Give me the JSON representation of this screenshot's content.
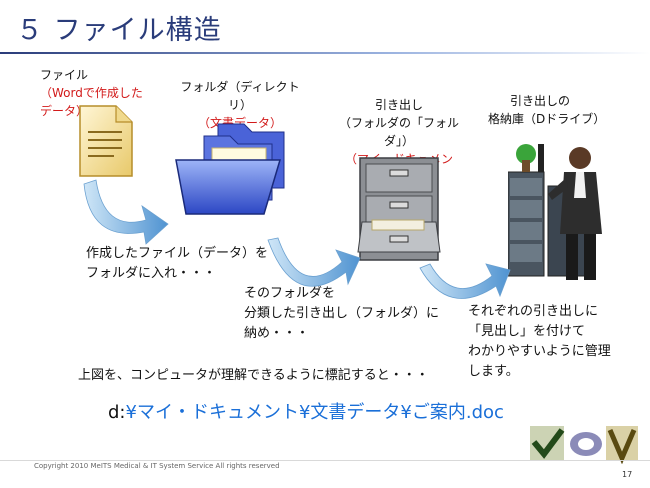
{
  "title": "５ ファイル構造",
  "file": {
    "label": "ファイル",
    "desc1": "（Wordで作成した",
    "desc2": "データ）"
  },
  "folder": {
    "label": "フォルダ（ディレクトリ）",
    "desc": "（文書データ）"
  },
  "cabinet": {
    "line1": "引き出し",
    "line2": "（フォルダの「フォルダ」）",
    "line3": "（マイ・ドキュメント）"
  },
  "storage": {
    "line1": "引き出しの",
    "line2": "格納庫（Dドライブ）"
  },
  "step1": {
    "line1": "作成したファイル（データ）を",
    "line2": "フォルダに入れ・・・"
  },
  "step2": {
    "line1": "そのフォルダを",
    "line2": "分類した引き出し（フォルダ）に",
    "line3": "納め・・・"
  },
  "step3": {
    "line1": "それぞれの引き出しに",
    "line2": "「見出し」を付けて",
    "line3": "わかりやすいように管理",
    "line4": "します。"
  },
  "notation_intro": "上図を、コンピュータが理解できるように標記すると・・・",
  "path": {
    "drive": "d:",
    "part": "¥マイ・ドキュメント¥文書データ¥ご案内.doc"
  },
  "footer": "Copyright 2010 MeITS Medical & IT System Service All rights reserved",
  "page_number": "17"
}
